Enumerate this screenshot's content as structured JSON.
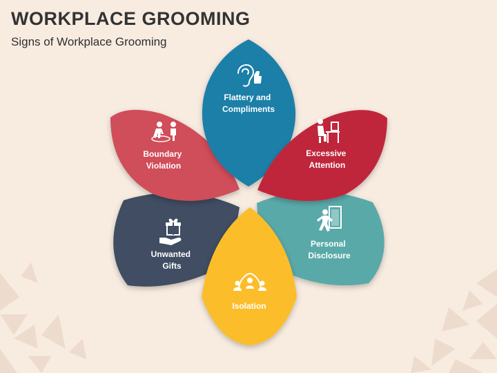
{
  "title": "WORKPLACE GROOMING",
  "subtitle": "Signs of Workplace Grooming",
  "colors": {
    "background": "#f8ece1",
    "flattery": "#1f7fa8",
    "attention": "#c0283a",
    "disclosure": "#5aa9a9",
    "isolation": "#fbbd2c",
    "gifts": "#404e62",
    "boundary": "#d04d5a"
  },
  "petals": [
    {
      "id": "flattery",
      "lines": [
        "Flattery and",
        "Compliments"
      ],
      "icon": "ear-thumbs-up-icon"
    },
    {
      "id": "attention",
      "lines": [
        "Excessive",
        "Attention"
      ],
      "icon": "person-at-computer-icon"
    },
    {
      "id": "disclosure",
      "lines": [
        "Personal",
        "Disclosure"
      ],
      "icon": "person-at-door-icon"
    },
    {
      "id": "isolation",
      "lines": [
        "Isolation"
      ],
      "icon": "isolated-group-icon"
    },
    {
      "id": "gifts",
      "lines": [
        "Unwanted",
        "Gifts"
      ],
      "icon": "hand-giving-gift-icon"
    },
    {
      "id": "boundary",
      "lines": [
        "Boundary",
        "Violation"
      ],
      "icon": "people-boundary-icon"
    }
  ]
}
